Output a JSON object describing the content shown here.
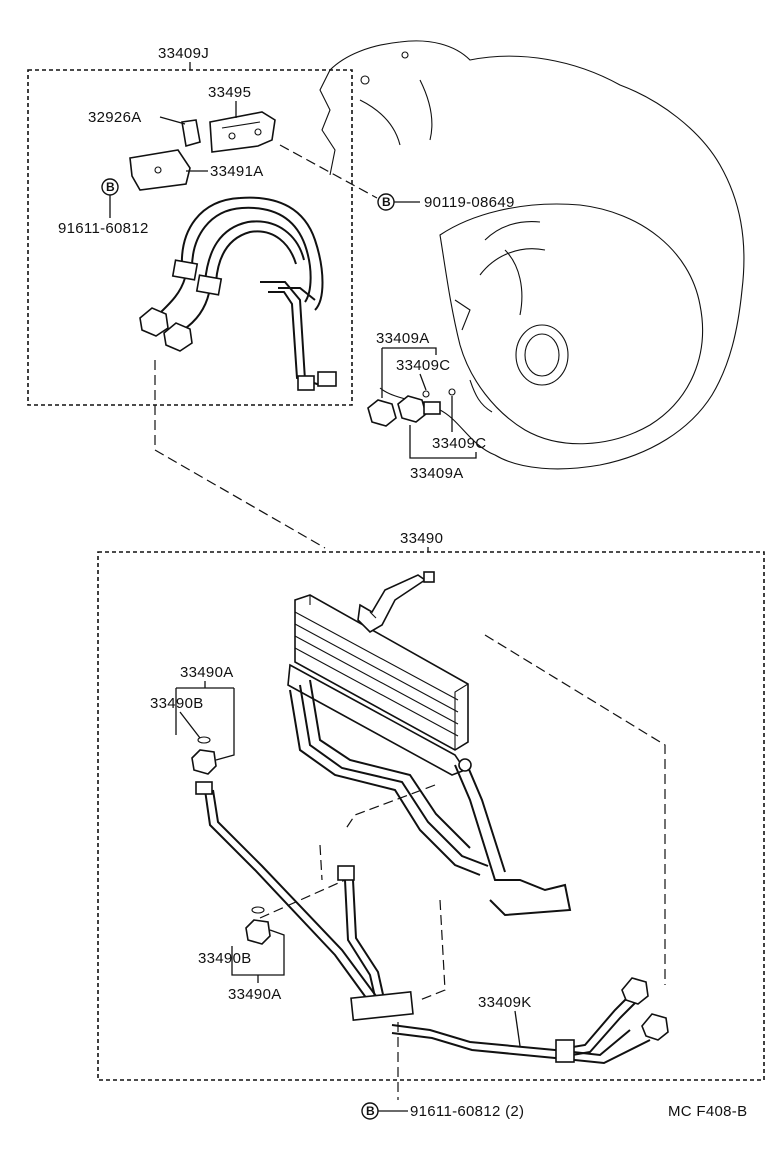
{
  "labels": {
    "kit_upper": "33409J",
    "bracket_top": "33495",
    "sleeve": "32926A",
    "clamp": "33491A",
    "bolt_left": "91611-60812",
    "bolt_right": "90119-08649",
    "union_a_top": "33409A",
    "gasket_c_top": "33409C",
    "gasket_c_bottom": "33409C",
    "union_a_bottom": "33409A",
    "cooler_assy": "33490",
    "fitting_a_upper": "33490A",
    "gasket_b_upper": "33490B",
    "gasket_b_lower": "33490B",
    "fitting_a_lower": "33490A",
    "tube_k": "33409K",
    "bolt_bottom": "91611-60812 (2)",
    "figure_code": "MC F408-B"
  },
  "badge_letter": "B"
}
